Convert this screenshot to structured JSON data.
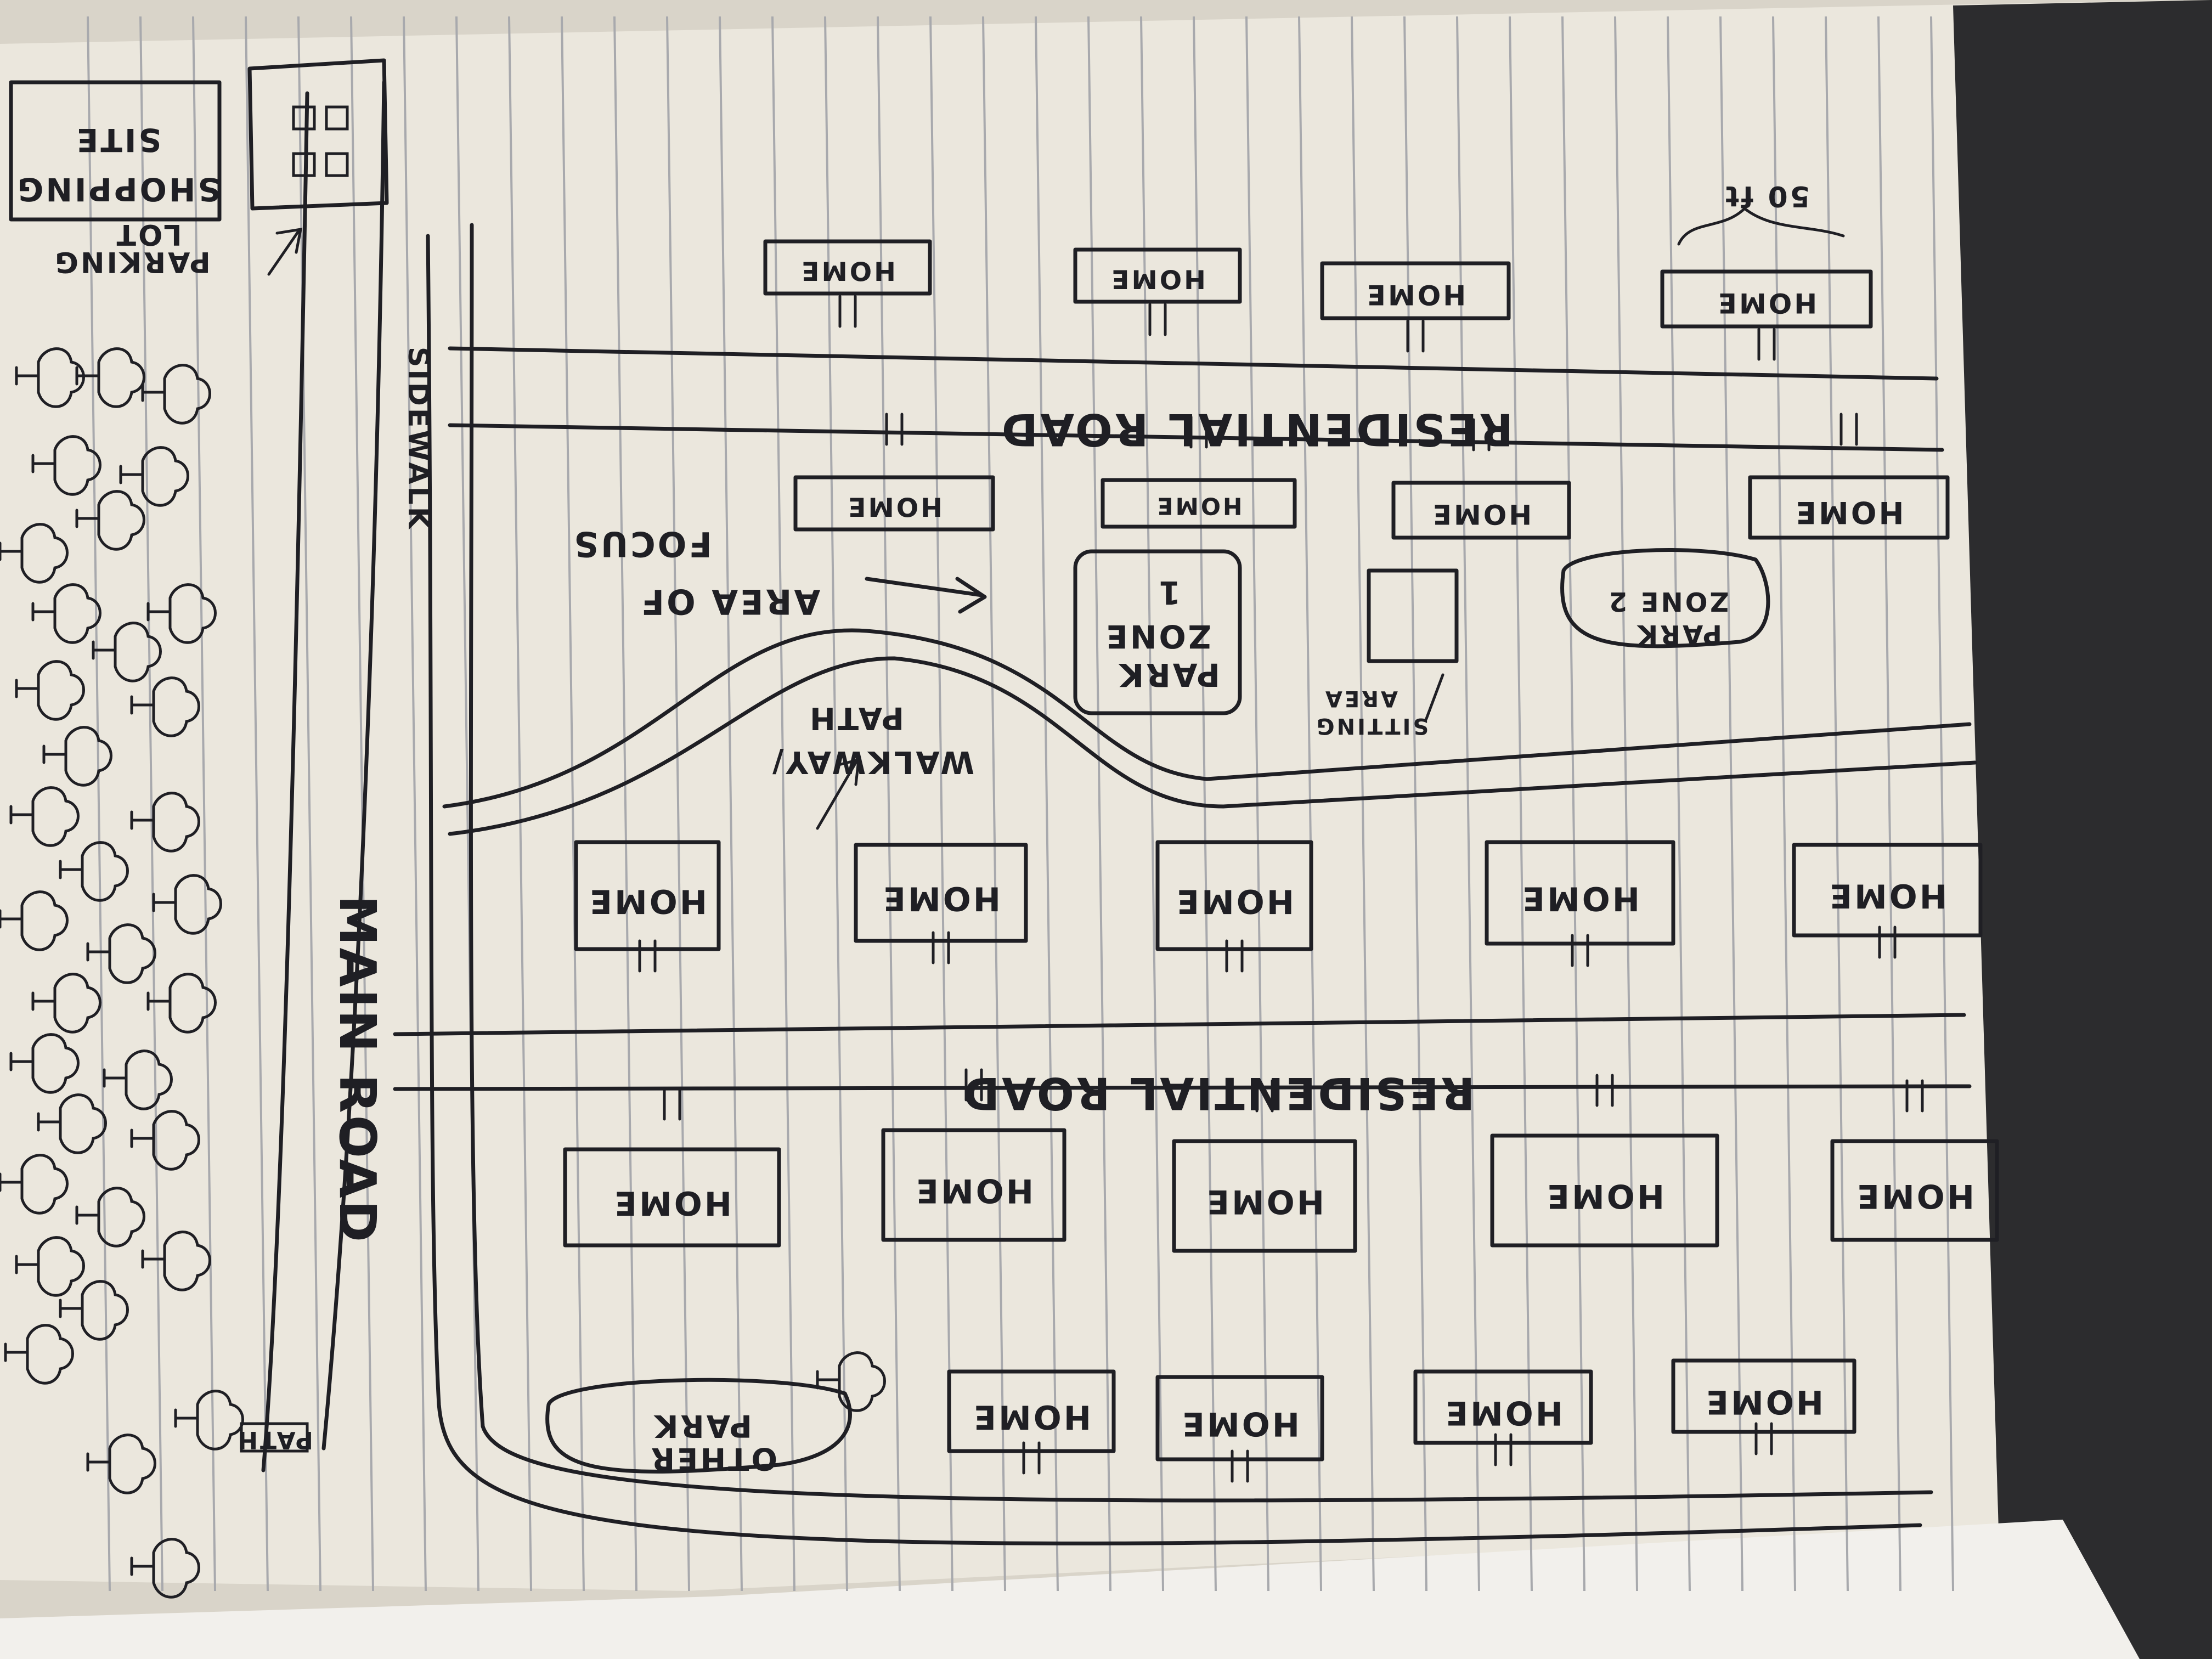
{
  "sketch": {
    "main_road": "MAIN ROAD",
    "sidewalk": "SIDEWALK",
    "residential_road_1": "RESIDENTIAL ROAD",
    "residential_road_2": "RESIDENTIAL ROAD",
    "home": "HOME",
    "walkway_path": [
      "WALKWAY/",
      "PATH"
    ],
    "area_of_focus": [
      "AREA OF",
      "FOCUS"
    ],
    "sitting_area": [
      "SITTING",
      "AREA"
    ],
    "park_zone_1": [
      "PARK",
      "ZONE",
      "1"
    ],
    "park_zone_2": [
      "PARK",
      "ZONE 2"
    ],
    "other_park": [
      "OTHER",
      "PARK"
    ],
    "parking_lot": [
      "PARKING",
      "LOT"
    ],
    "shopping_site": [
      "SHOPPING",
      "SITE"
    ],
    "path": "PATH",
    "dimension": "50 ft"
  },
  "colors": {
    "ink": "#1f1f24",
    "paper": "#ebe7dd",
    "rule": "#a8a9ad"
  }
}
